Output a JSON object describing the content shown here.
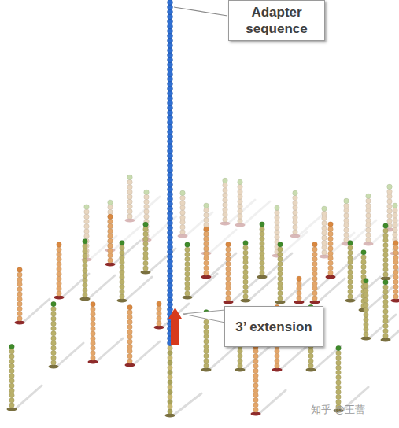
{
  "diagram": {
    "nodes": [
      {
        "text": [
          "Adapter sequence"
        ]
      },
      {
        "text": [
          "3’ extension"
        ]
      }
    ],
    "labels": [
      "知乎 @王蕾"
    ]
  }
}
